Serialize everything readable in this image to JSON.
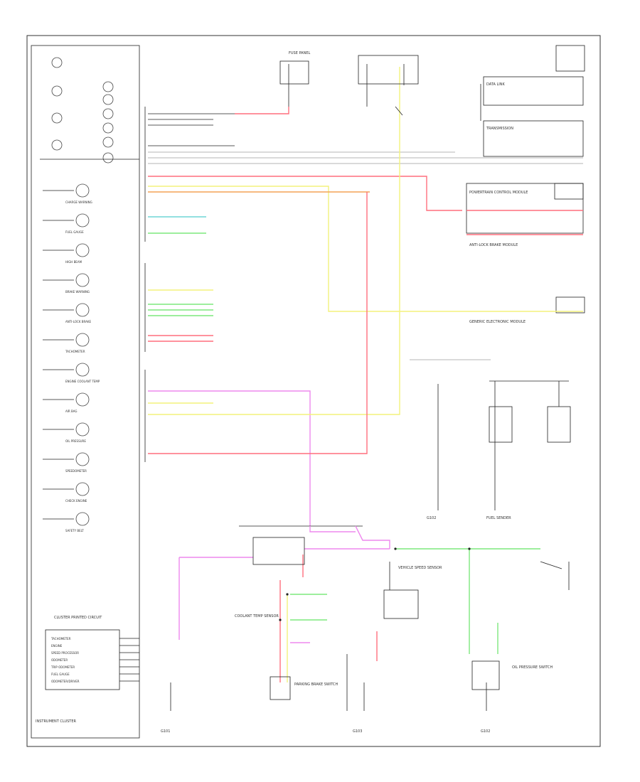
{
  "diagram": {
    "footer_label": "INSTRUMENT CLUSTER",
    "cluster_label": "CLUSTER PRINTED CIRCUIT",
    "right_box_labels": {
      "tail": "DATA LINK",
      "diag": "TRANSMISSION",
      "pcm": "POWERTRAIN CONTROL MODULE",
      "abs": "ANTI-LOCK BRAKE MODULE",
      "gem": "GENERIC ELECTRONIC MODULE"
    },
    "gauge_labels": [
      "CHARGE WARNING",
      "FUEL GAUGE",
      "HIGH BEAM",
      "BRAKE WARNING",
      "ANTI-LOCK BRAKE",
      "TACHOMETER",
      "ENGINE COOLANT TEMP",
      "AIR BAG",
      "OIL PRESSURE",
      "SPEEDOMETER",
      "CHECK ENGINE",
      "SAFETY BELT"
    ],
    "bottom_module_lines": [
      "TACHOMETER",
      "ENGINE",
      "SPEED PROCESSOR",
      "ODOMETER",
      "TRIP ODOMETER",
      "FUEL GAUGE",
      "ODOMETER/DRIVER"
    ],
    "bottom_labels": {
      "left_ground": "G101",
      "center_switch": "PARKING BRAKE SWITCH",
      "center_ground": "G103",
      "right_sender": "OIL PRESSURE SWITCH",
      "right_ground": "G102",
      "fuel_sender": "FUEL SENDER",
      "speed_sensor": "VEHICLE SPEED SENSOR",
      "top_fuse": "FUSE PANEL",
      "coolant": "COOLANT TEMP SENSOR"
    }
  }
}
